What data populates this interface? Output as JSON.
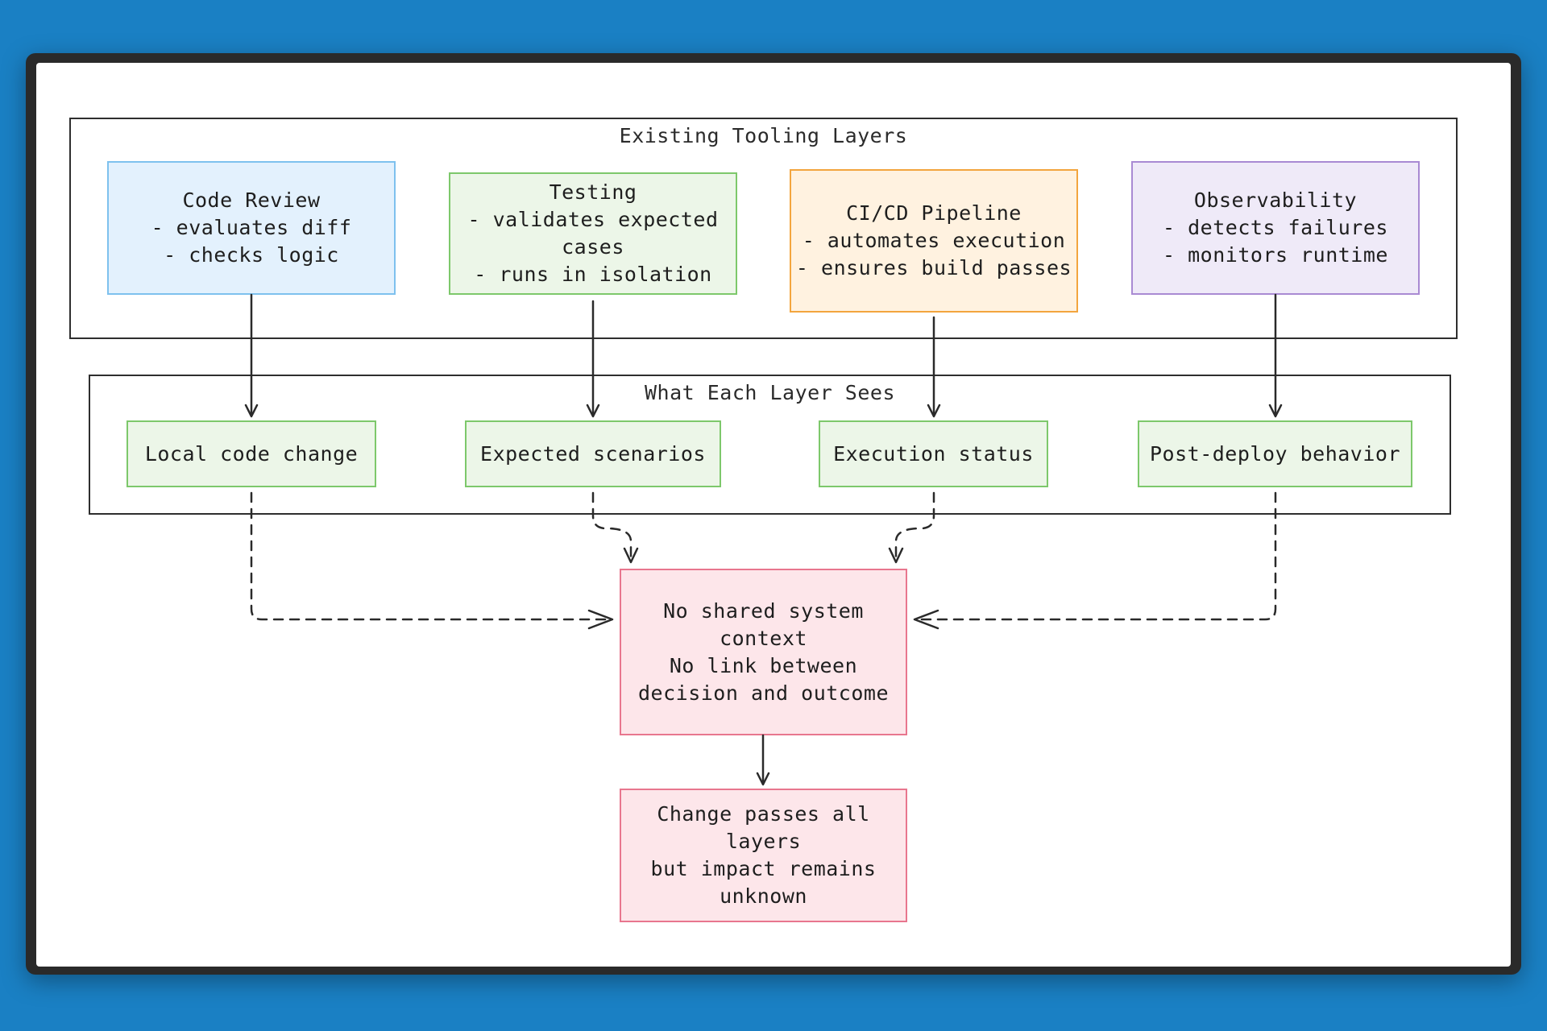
{
  "diagram": {
    "groups": [
      {
        "id": "tooling",
        "title": "Existing Tooling Layers"
      },
      {
        "id": "sees",
        "title": "What Each Layer Sees"
      }
    ],
    "tooling_nodes": [
      {
        "id": "code-review",
        "text": "Code Review\n- evaluates diff\n- checks logic"
      },
      {
        "id": "testing",
        "text": "Testing\n- validates expected\ncases\n- runs in isolation"
      },
      {
        "id": "cicd",
        "text": "CI/CD Pipeline\n- automates execution\n- ensures build passes"
      },
      {
        "id": "observability",
        "text": "Observability\n- detects failures\n- monitors runtime"
      }
    ],
    "sees_nodes": [
      {
        "id": "local",
        "text": "Local code change"
      },
      {
        "id": "expected",
        "text": "Expected scenarios"
      },
      {
        "id": "execution",
        "text": "Execution status"
      },
      {
        "id": "postdeploy",
        "text": "Post-deploy behavior"
      }
    ],
    "gap_node": {
      "id": "gap",
      "text": "No shared system\ncontext\nNo link between\ndecision and outcome"
    },
    "result_node": {
      "id": "result",
      "text": "Change passes all\nlayers\nbut impact remains\nunknown"
    },
    "edges": [
      {
        "from": "code-review",
        "to": "local",
        "style": "solid"
      },
      {
        "from": "testing",
        "to": "expected",
        "style": "solid"
      },
      {
        "from": "cicd",
        "to": "execution",
        "style": "solid"
      },
      {
        "from": "observability",
        "to": "postdeploy",
        "style": "solid"
      },
      {
        "from": "local",
        "to": "gap",
        "style": "dashed"
      },
      {
        "from": "expected",
        "to": "gap",
        "style": "dashed"
      },
      {
        "from": "execution",
        "to": "gap",
        "style": "dashed"
      },
      {
        "from": "postdeploy",
        "to": "gap",
        "style": "dashed"
      },
      {
        "from": "gap",
        "to": "result",
        "style": "solid"
      }
    ]
  }
}
